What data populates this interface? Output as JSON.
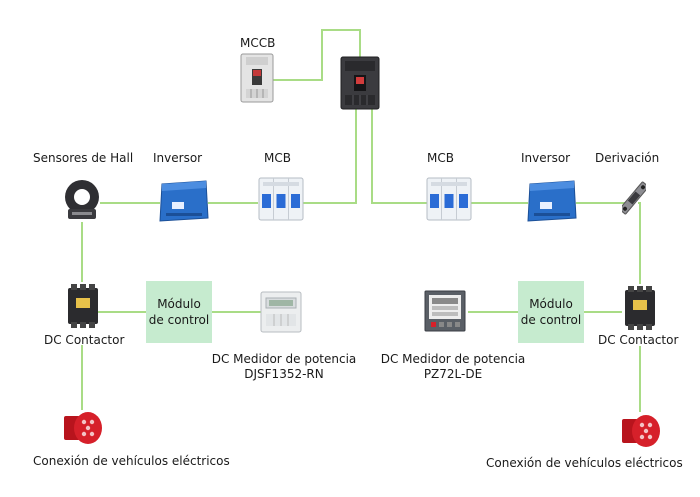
{
  "colors": {
    "wire": "#a9dc86",
    "control_box": "#c6ebcf",
    "inverter": "#2a6fc9",
    "plug": "#d6202a"
  },
  "labels": {
    "mccb": "MCCB",
    "hall": "Sensores de Hall",
    "inverter_left": "Inversor",
    "mcb_left": "MCB",
    "mcb_right": "MCB",
    "inverter_right": "Inversor",
    "shunt": "Derivación",
    "contactor_left": "DC Contactor",
    "contactor_right": "DC Contactor",
    "control_left_l1": "Módulo",
    "control_left_l2": "de control",
    "control_right_l1": "Módulo",
    "control_right_l2": "de control",
    "meter_left_l1": "DC Medidor de potencia",
    "meter_left_l2": "DJSF1352-RN",
    "meter_right_l1": "DC Medidor de potencia",
    "meter_right_l2": "PZ72L-DE",
    "ev_left": "Conexión de vehículos eléctricos",
    "ev_right": "Conexión de vehículos eléctricos"
  }
}
